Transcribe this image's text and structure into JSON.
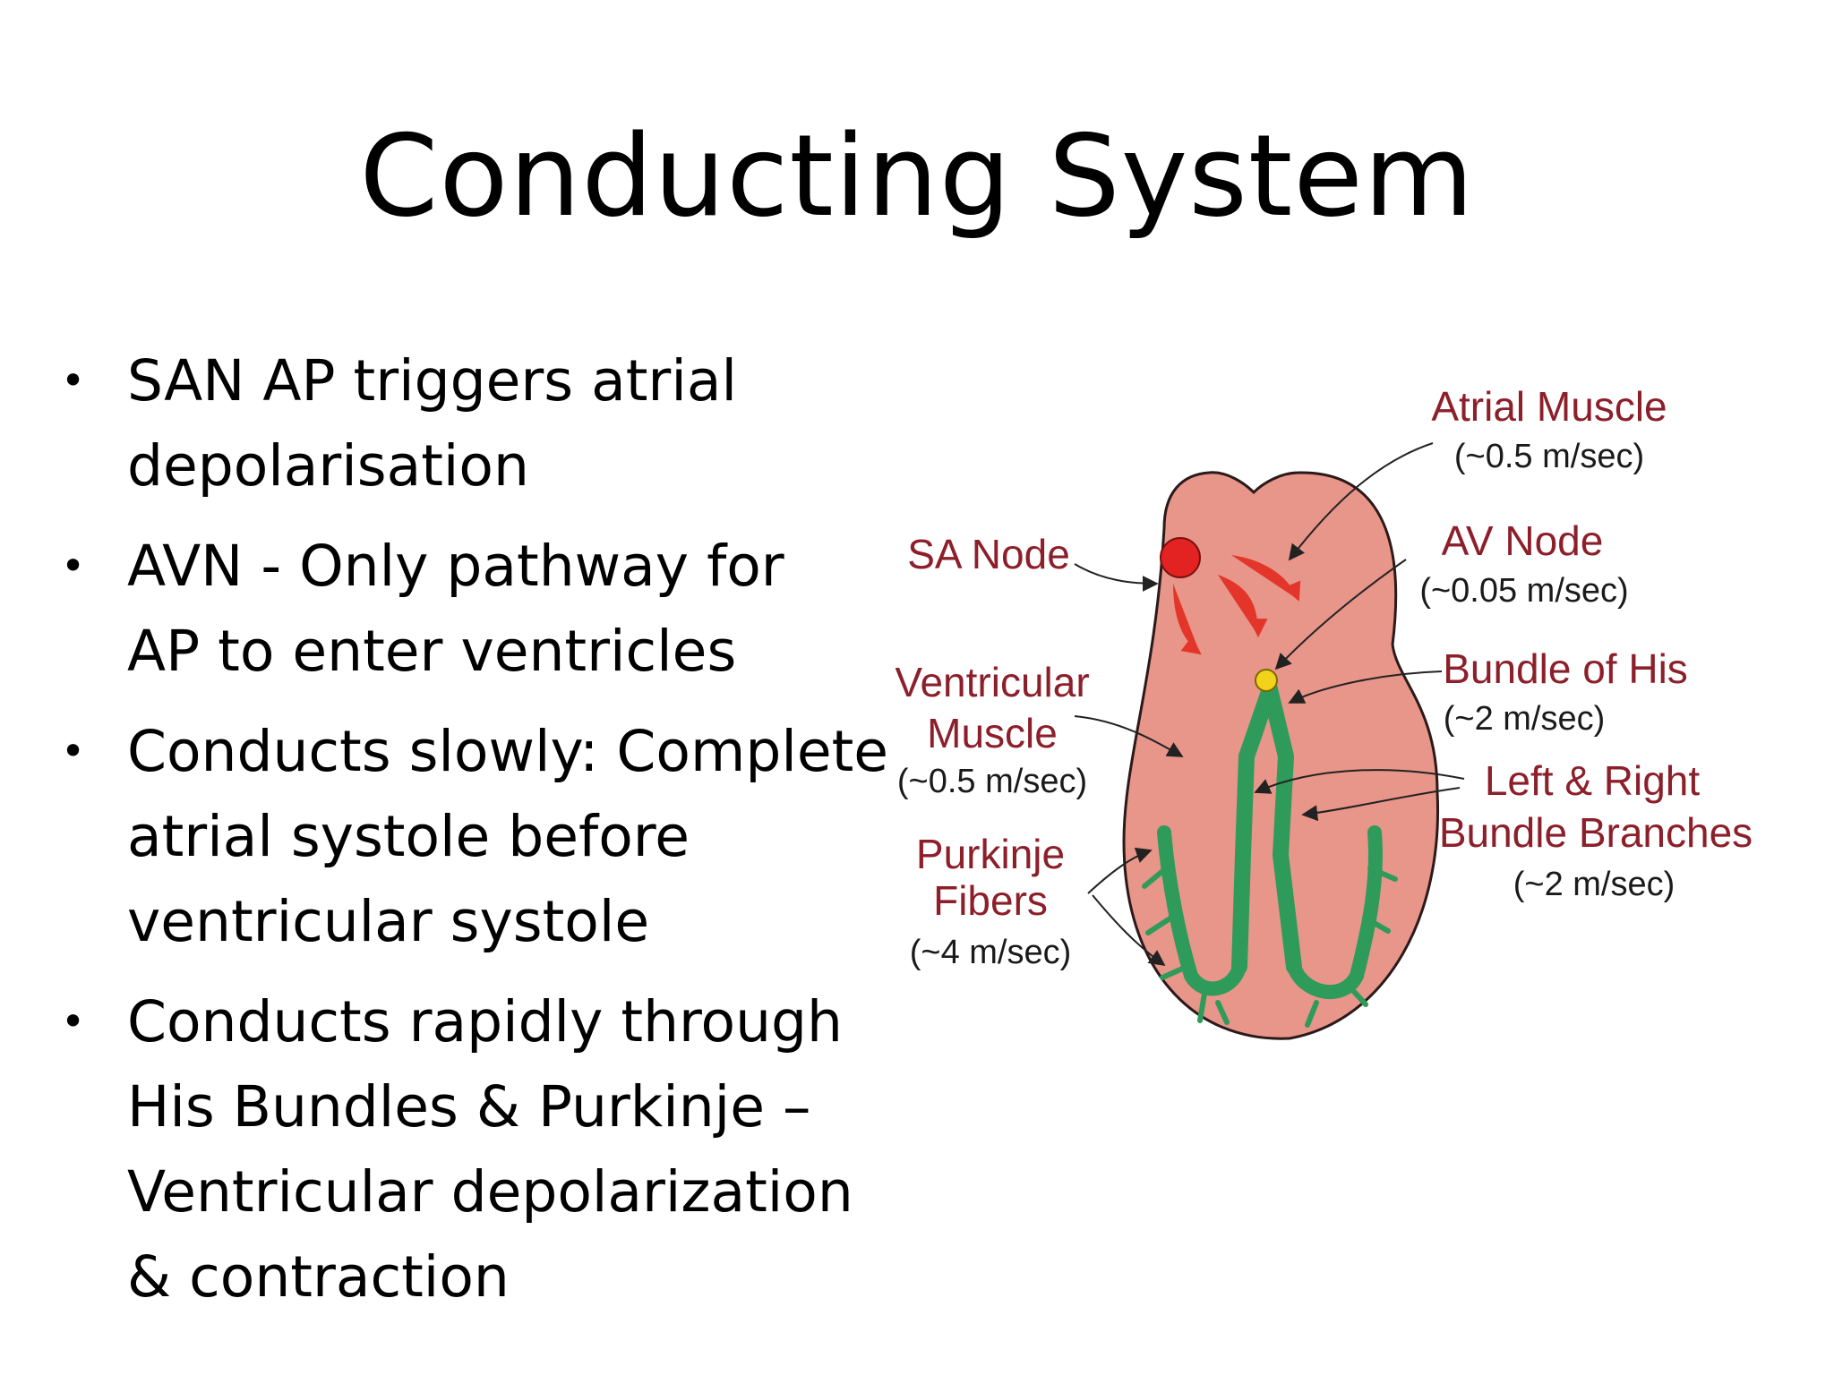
{
  "slide": {
    "title": "Conducting System",
    "bullets": [
      {
        "lines": [
          "SAN AP triggers atrial",
          "depolarisation"
        ]
      },
      {
        "lines": [
          "AVN - Only pathway for",
          "AP to enter ventricles"
        ]
      },
      {
        "lines": [
          "Conducts slowly: Complete",
          "atrial systole before",
          "ventricular systole"
        ]
      },
      {
        "lines": [
          "Conducts rapidly through",
          "His Bundles & Purkinje –",
          "Ventricular  depolarization",
          "& contraction"
        ]
      }
    ]
  },
  "diagram": {
    "labels": {
      "atrial_muscle": {
        "name": "Atrial Muscle",
        "speed": "(~0.5 m/sec)"
      },
      "sa_node": {
        "name": "SA Node"
      },
      "av_node": {
        "name": "AV Node",
        "speed": "(~0.05 m/sec)"
      },
      "bundle_of_his": {
        "name": "Bundle of His",
        "speed": "(~2 m/sec)"
      },
      "ventricular_muscle": {
        "name_line1": "Ventricular",
        "name_line2": "Muscle",
        "speed": "(~0.5 m/sec)"
      },
      "bundle_branches": {
        "name_line1": "Left & Right",
        "name_line2": "Bundle Branches",
        "speed": "(~2 m/sec)"
      },
      "purkinje": {
        "name_line1": "Purkinje",
        "name_line2": "Fibers",
        "speed": "(~4 m/sec)"
      }
    },
    "colors": {
      "heart_fill": "#e8958a",
      "heart_outline": "#2a1a1a",
      "sa_node": "#e32222",
      "av_node": "#f2d21a",
      "conduction_fibers": "#2e9b5a",
      "signal_arrows": "#e3352a",
      "label_text": "#8c1f2a"
    }
  }
}
